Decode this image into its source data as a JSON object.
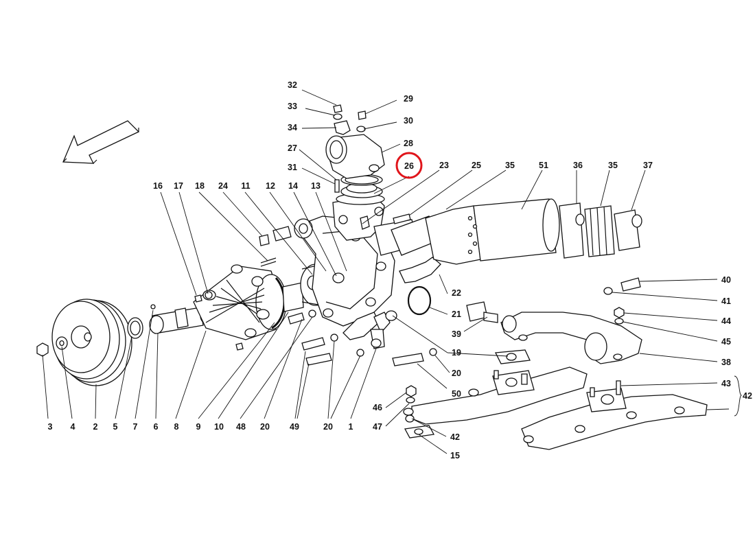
{
  "labels": {
    "l1": "1",
    "l2": "2",
    "l3": "3",
    "l4": "4",
    "l5": "5",
    "l6": "6",
    "l7": "7",
    "l8": "8",
    "l9": "9",
    "l10": "10",
    "l11": "11",
    "l12": "12",
    "l13": "13",
    "l14": "14",
    "l15": "15",
    "l16": "16",
    "l17": "17",
    "l18": "18",
    "l19": "19",
    "l20a": "20",
    "l20b": "20",
    "l20c": "20",
    "l21": "21",
    "l22": "22",
    "l23": "23",
    "l24": "24",
    "l25": "25",
    "l26": "26",
    "l27": "27",
    "l28": "28",
    "l29": "29",
    "l30": "30",
    "l31": "31",
    "l32": "32",
    "l33": "33",
    "l34": "34",
    "l35a": "35",
    "l35b": "35",
    "l36": "36",
    "l37": "37",
    "l38": "38",
    "l39": "39",
    "l40": "40",
    "l41": "41",
    "l42a": "42",
    "l42b": "42",
    "l43": "43",
    "l44": "44",
    "l45": "45",
    "l46": "46",
    "l47": "47",
    "l48": "48",
    "l49": "49",
    "l50": "50",
    "l51": "51"
  },
  "highlight": {
    "label": "26",
    "color": "#e0151b"
  }
}
